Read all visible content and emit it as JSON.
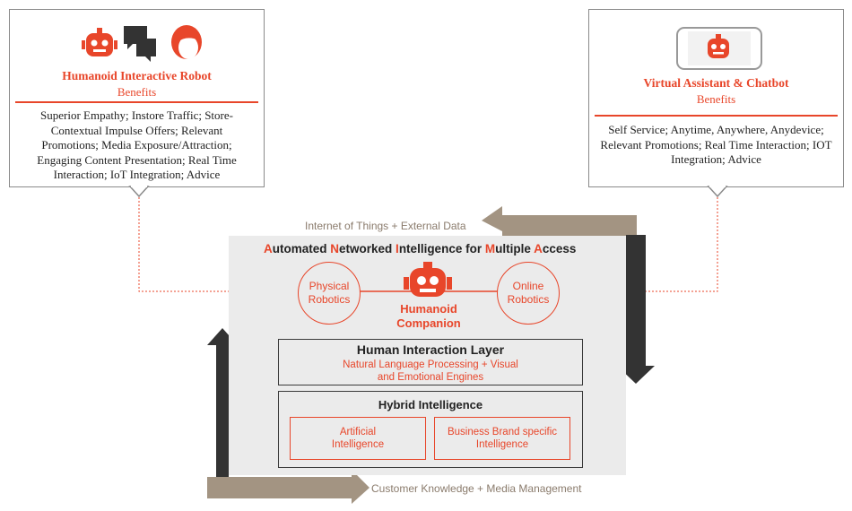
{
  "left_callout": {
    "title": "Humanoid Interactive Robot",
    "subtitle": "Benefits",
    "body": "Superior Empathy; Instore Traffic; Store-Contextual Impulse Offers; Relevant Promotions; Media Exposure/Attraction; Engaging Content Presentation; Real Time Interaction; IoT Integration; Advice",
    "icons": [
      "robot-icon",
      "chat-bubbles-icon",
      "human-head-icon"
    ]
  },
  "right_callout": {
    "title": "Virtual Assistant & Chatbot",
    "subtitle": "Benefits",
    "body": "Self Service; Anytime, Anywhere, Anydevice; Relevant Promotions; Real Time Interaction; IOT Integration; Advice",
    "icons": [
      "smartphone-robot-icon"
    ]
  },
  "flows": {
    "top": "Internet of Things + External Data",
    "bottom": "Customer Knowledge + Media Management"
  },
  "panel": {
    "heading_parts": [
      {
        "text": "A",
        "accent": true
      },
      {
        "text": "utomated ",
        "accent": false
      },
      {
        "text": "N",
        "accent": true
      },
      {
        "text": "etworked ",
        "accent": false
      },
      {
        "text": "I",
        "accent": true
      },
      {
        "text": "ntelligence for ",
        "accent": false
      },
      {
        "text": "M",
        "accent": true
      },
      {
        "text": "ultiple ",
        "accent": false
      },
      {
        "text": "A",
        "accent": true
      },
      {
        "text": "ccess",
        "accent": false
      }
    ],
    "physical_robotics": "Physical Robotics",
    "online_robotics": "Online Robotics",
    "companion": "Humanoid Companion",
    "interaction_layer": {
      "title": "Human Interaction Layer",
      "subtitle": "Natural Language Processing + Visual and Emotional Engines"
    },
    "hybrid": {
      "title": "Hybrid Intelligence",
      "left_box": "Artificial Intelligence",
      "right_box": "Business Brand specific Intelligence"
    }
  },
  "colors": {
    "accent": "#e8462a",
    "dark_arrow": "#333333",
    "tan_arrow": "#a39482",
    "panel_bg": "#ebebeb"
  }
}
